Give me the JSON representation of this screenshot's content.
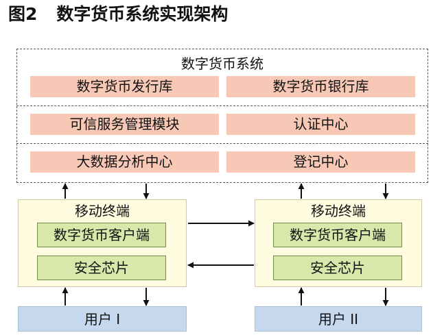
{
  "figure": {
    "label": "图2",
    "title": "数字货币系统实现架构"
  },
  "system": {
    "title": "数字货币系统",
    "rows": [
      [
        "数字货币发行库",
        "数字货币银行库"
      ],
      [
        "可信服务管理模块",
        "认证中心"
      ],
      [
        "大数据分析中心",
        "登记中心"
      ]
    ]
  },
  "terminals": [
    {
      "title": "移动终端",
      "wallet": "数字货币客户端",
      "chip": "安全芯片",
      "user": "用户 I"
    },
    {
      "title": "移动终端",
      "wallet": "数字货币客户端",
      "chip": "安全芯片",
      "user": "用户 II"
    }
  ],
  "colors": {
    "module_fill": "#f7c8b6",
    "terminal_fill": "#fffce0",
    "component_fill": "#d8e8aa",
    "user_fill": "#c5d8ee"
  }
}
